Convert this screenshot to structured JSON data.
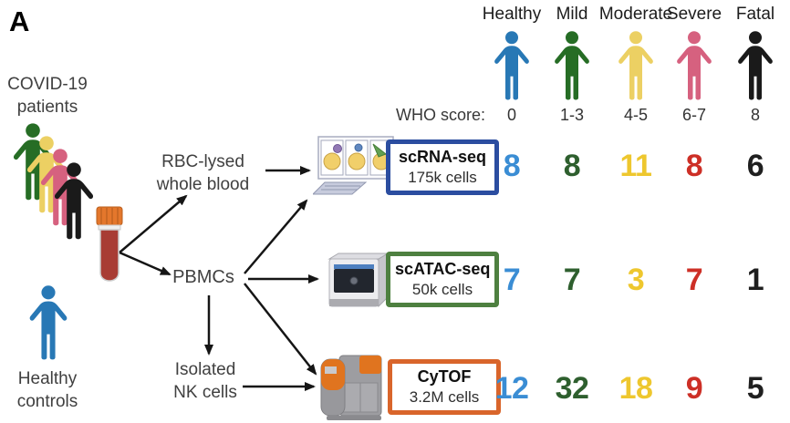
{
  "panel_label": "A",
  "colors": {
    "group": {
      "healthy": "#2878b5",
      "mild": "#266d25",
      "moderate": "#ecd063",
      "severe": "#d6617f",
      "fatal": "#1a1a1a"
    },
    "count": {
      "healthy": "#3a8dd4",
      "mild": "#2e5f2e",
      "moderate": "#eec72e",
      "severe": "#cd2f26",
      "fatal": "#1f1f1f"
    },
    "assay_border": {
      "scrna": "#2b4da0",
      "scatac": "#4e8040",
      "cytof": "#d9652b"
    }
  },
  "cohort": {
    "covid_label": "COVID-19\npatients",
    "healthy_label": "Healthy\ncontrols"
  },
  "flow": {
    "rbc_label": "RBC-lysed\nwhole blood",
    "pbmc_label": "PBMCs",
    "nk_label": "Isolated\nNK cells"
  },
  "severity": {
    "who_label": "WHO score:",
    "groups": [
      {
        "label": "Healthy",
        "who": "0"
      },
      {
        "label": "Mild",
        "who": "1-3"
      },
      {
        "label": "Moderate",
        "who": "4-5"
      },
      {
        "label": "Severe",
        "who": "6-7"
      },
      {
        "label": "Fatal",
        "who": "8"
      }
    ]
  },
  "assays": [
    {
      "name": "scRNA-seq",
      "cells": "175k cells",
      "counts": [
        "8",
        "8",
        "11",
        "8",
        "6"
      ]
    },
    {
      "name": "scATAC-seq",
      "cells": "50k cells",
      "counts": [
        "7",
        "7",
        "3",
        "7",
        "1"
      ]
    },
    {
      "name": "CyTOF",
      "cells": "3.2M cells",
      "counts": [
        "12",
        "32",
        "18",
        "9",
        "5"
      ]
    }
  ],
  "icons": {
    "patients": "patient-group-icon",
    "healthy": "person-icon",
    "sample": "blood-tube-icon",
    "scrna": "analysis-computer-icon",
    "scatac": "sequencer-machine-icon",
    "cytof": "cytof-machine-icon"
  }
}
